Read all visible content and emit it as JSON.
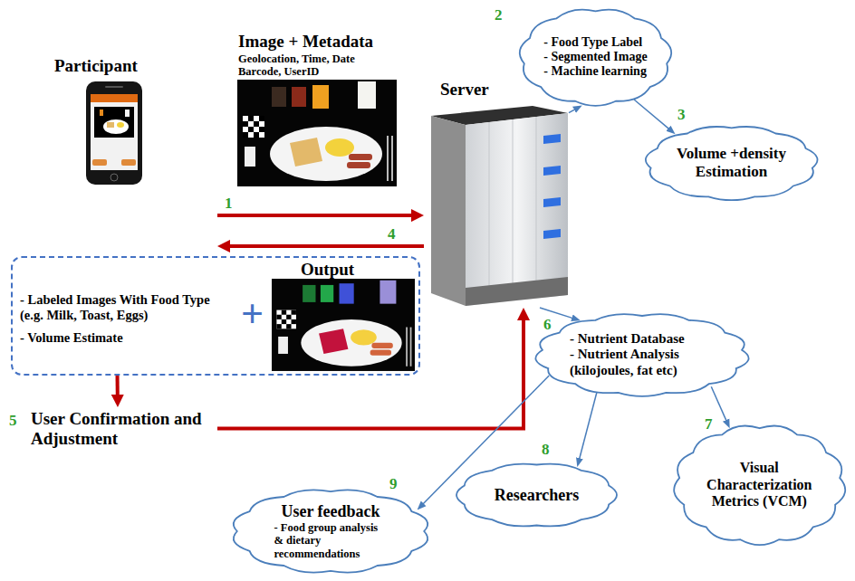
{
  "diagram": {
    "nodes": [
      {
        "text": [
          "Participant"
        ]
      },
      {
        "text": [
          "Server"
        ]
      },
      {
        "text": [
          "- Food Type Label",
          "- Segmented Image",
          "- Machine learning"
        ]
      },
      {
        "text": [
          "Volume +density Estimation"
        ]
      },
      {
        "text": [
          "Output",
          "- Labeled Images With Food Type (e.g. Milk, Toast, Eggs)",
          "- Volume Estimate",
          "+"
        ]
      },
      {
        "text": [
          "User Confirmation and Adjustment"
        ]
      },
      {
        "text": [
          "- Nutrient Database",
          "- Nutrient Analysis (kilojoules, fat etc)"
        ]
      },
      {
        "text": [
          "Visual Characterization Metrics (VCM)"
        ]
      },
      {
        "text": [
          "Researchers"
        ]
      },
      {
        "text": [
          "User feedback",
          "- Food group analysis & dietary recommendations"
        ]
      }
    ],
    "edges": [
      {
        "from": 0,
        "to": 1,
        "arrow": "to"
      },
      {
        "from": 1,
        "to": 0,
        "arrow": "to"
      },
      {
        "from": 1,
        "to": 2,
        "arrow": "to"
      },
      {
        "from": 2,
        "to": 3,
        "arrow": "to"
      },
      {
        "from": 4,
        "to": 5,
        "arrow": "to"
      },
      {
        "from": 5,
        "to": 1,
        "arrow": "to"
      },
      {
        "from": 1,
        "to": 6,
        "arrow": "to"
      },
      {
        "from": 6,
        "to": 9,
        "arrow": "to"
      },
      {
        "from": 6,
        "to": 8,
        "arrow": "to"
      },
      {
        "from": 6,
        "to": 7,
        "arrow": "to"
      }
    ],
    "labels": [
      "Image + Metadata",
      "Geolocation, Time, Date Barcode, UserID",
      "1",
      "2",
      "3",
      "4",
      "5",
      "6",
      "7",
      "8",
      "9"
    ]
  }
}
